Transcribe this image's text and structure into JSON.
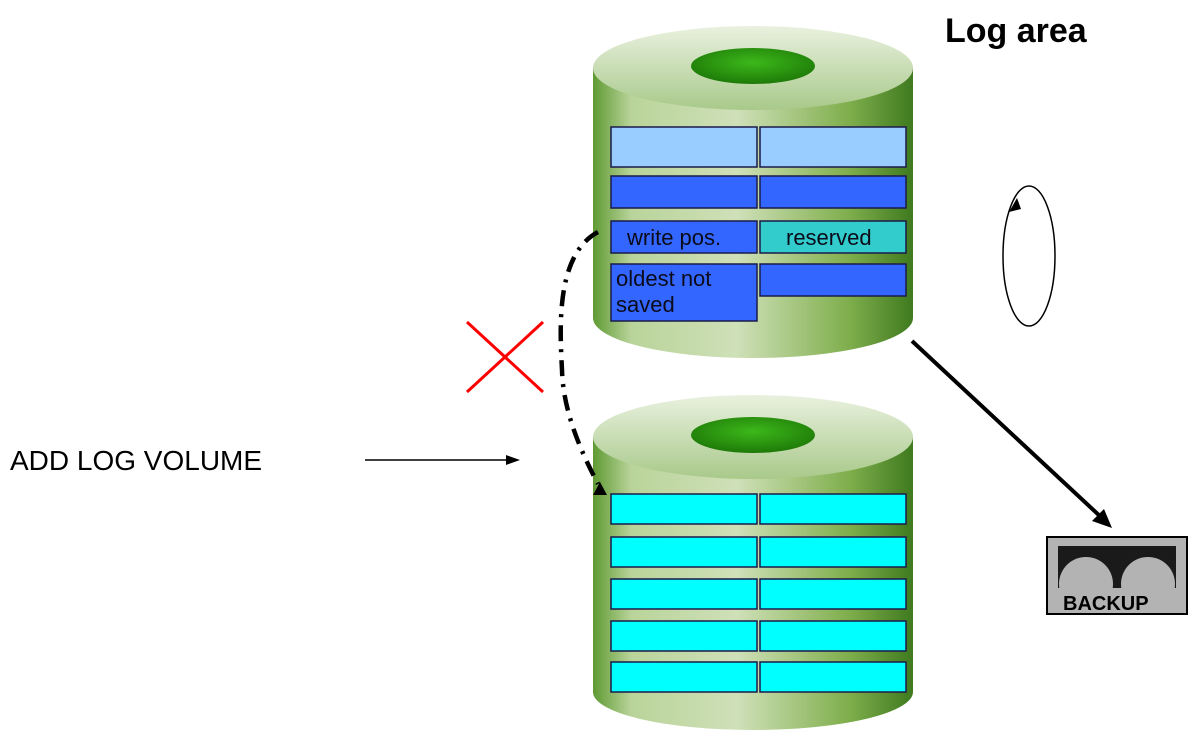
{
  "title": "Log area",
  "add_label": "ADD LOG VOLUME",
  "backup_label": "BACKUP",
  "top_volume": {
    "cells": [
      {
        "left": "",
        "right": ""
      },
      {
        "left": "",
        "right": ""
      },
      {
        "left": "write pos.",
        "right": "reserved"
      },
      {
        "left": "oldest not saved",
        "left_line1": "oldest not",
        "left_line2": "saved",
        "right": ""
      }
    ]
  },
  "colors": {
    "cylinder": "#6aa23a",
    "light_blue": "#99ccff",
    "blue": "#3366ff",
    "teal": "#33cccc",
    "cyan": "#00ffff",
    "cross": "#ff0000"
  }
}
